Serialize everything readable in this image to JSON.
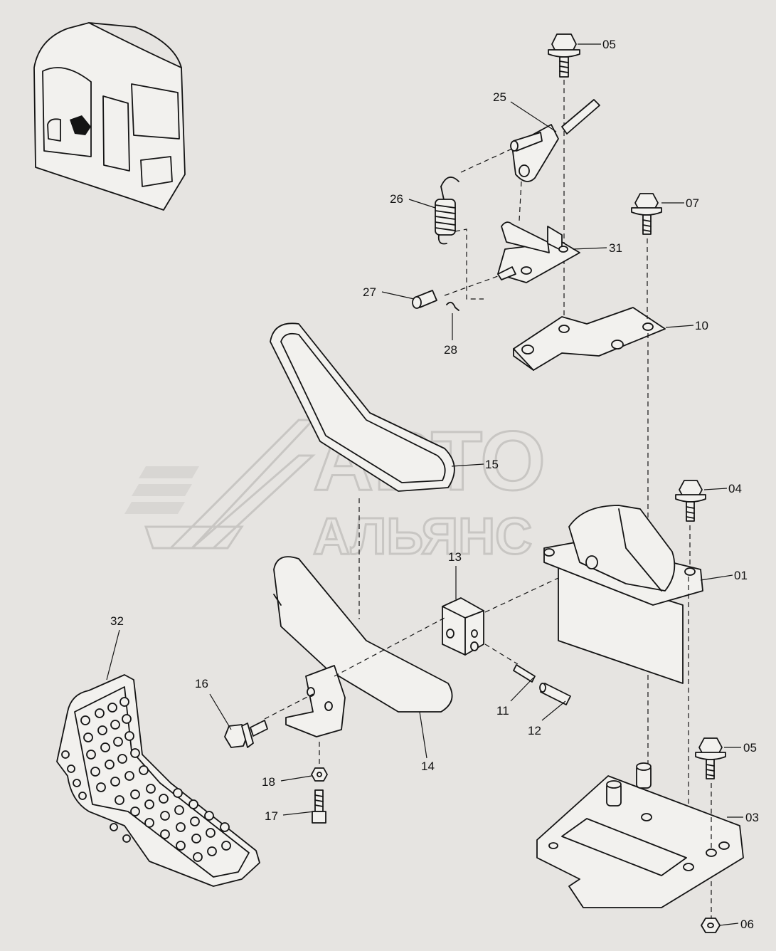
{
  "watermark": {
    "line1": "АВТО",
    "line2": "АЛЬЯНС"
  },
  "callouts": {
    "c05a": "05",
    "c25": "25",
    "c26": "26",
    "c07": "07",
    "c31": "31",
    "c27": "27",
    "c28": "28",
    "c10": "10",
    "c15": "15",
    "c04": "04",
    "c01": "01",
    "c13": "13",
    "c32": "32",
    "c16": "16",
    "c11": "11",
    "c12": "12",
    "c14": "14",
    "c18": "18",
    "c17": "17",
    "c05b": "05",
    "c03": "03",
    "c06": "06"
  }
}
